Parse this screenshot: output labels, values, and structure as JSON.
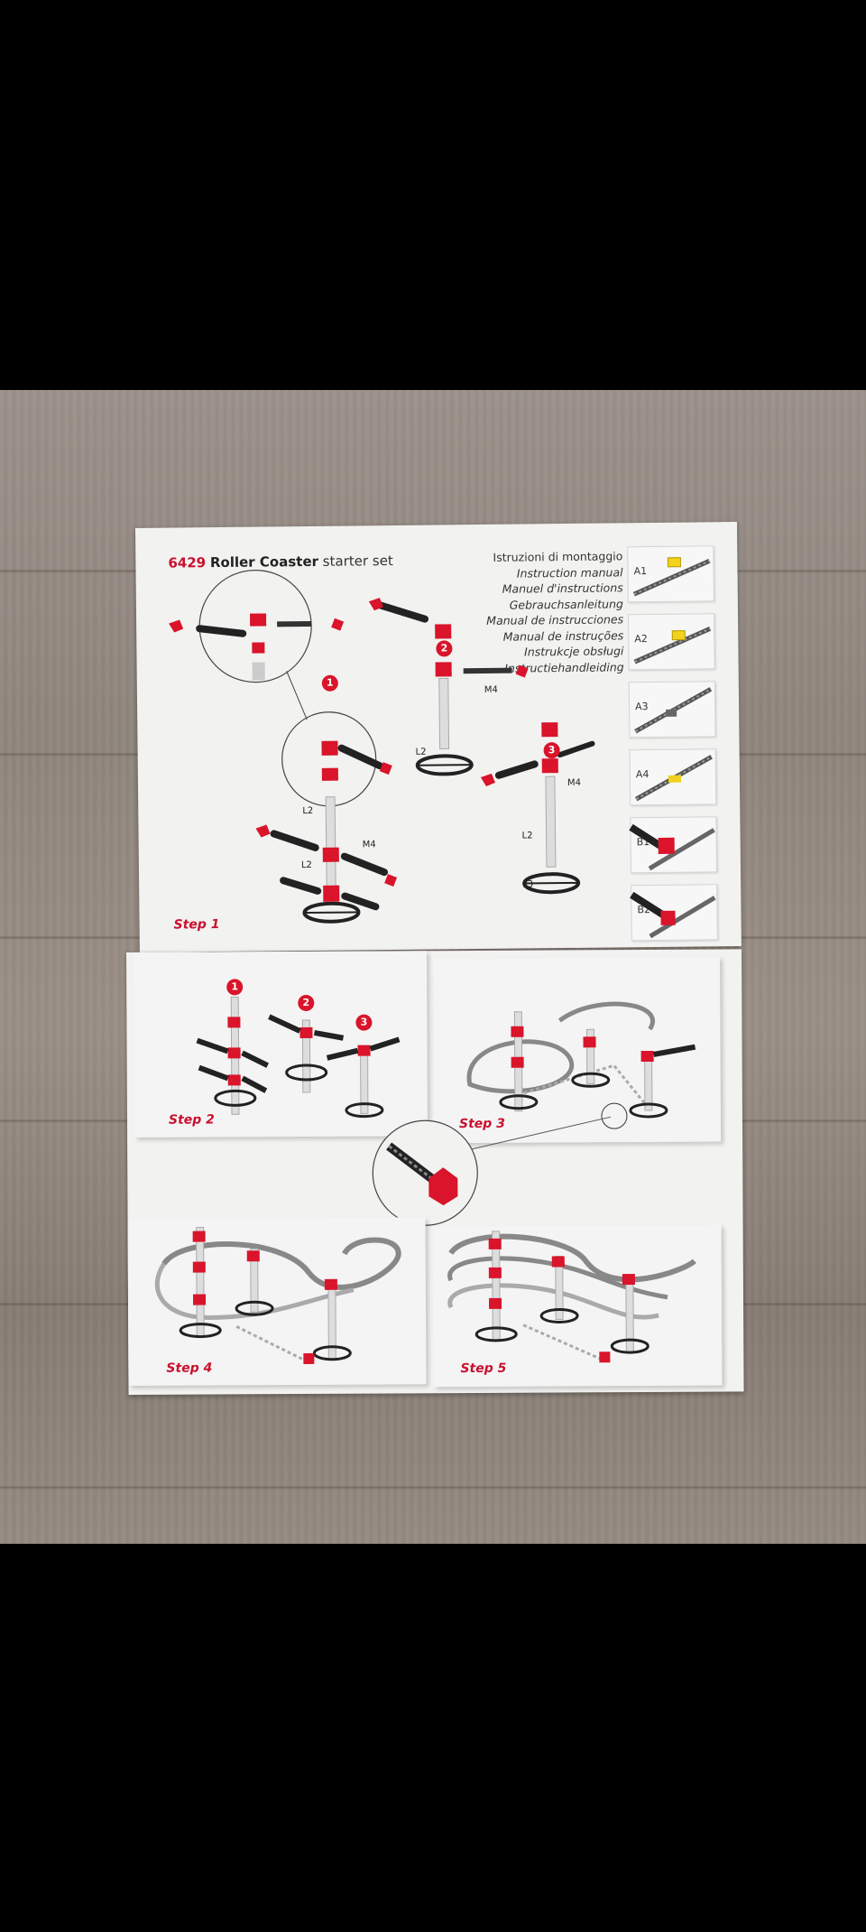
{
  "manual": {
    "product_number": "6429",
    "product_name": "Roller Coaster",
    "product_suffix": "starter set",
    "languages": [
      "Istruzioni di montaggio",
      "Instruction manual",
      "Manuel d'instructions",
      "Gebrauchsanleitung",
      "Manual de instrucciones",
      "Manual de instruções",
      "Instrukcje obsługi",
      "Instructiehandleiding"
    ],
    "side_panels": [
      "A1",
      "A2",
      "A3",
      "A4",
      "B1",
      "B2"
    ],
    "part_labels": {
      "m4": "M4",
      "l2": "L2",
      "l3": "L3"
    },
    "badges": [
      "1",
      "2",
      "3"
    ],
    "step_word": "Step",
    "steps": [
      "1",
      "2",
      "3",
      "4",
      "5"
    ]
  },
  "colors": {
    "accent_red": "#d9142b",
    "part_black": "#2a2a2a",
    "paper": "#f2f2f0"
  }
}
